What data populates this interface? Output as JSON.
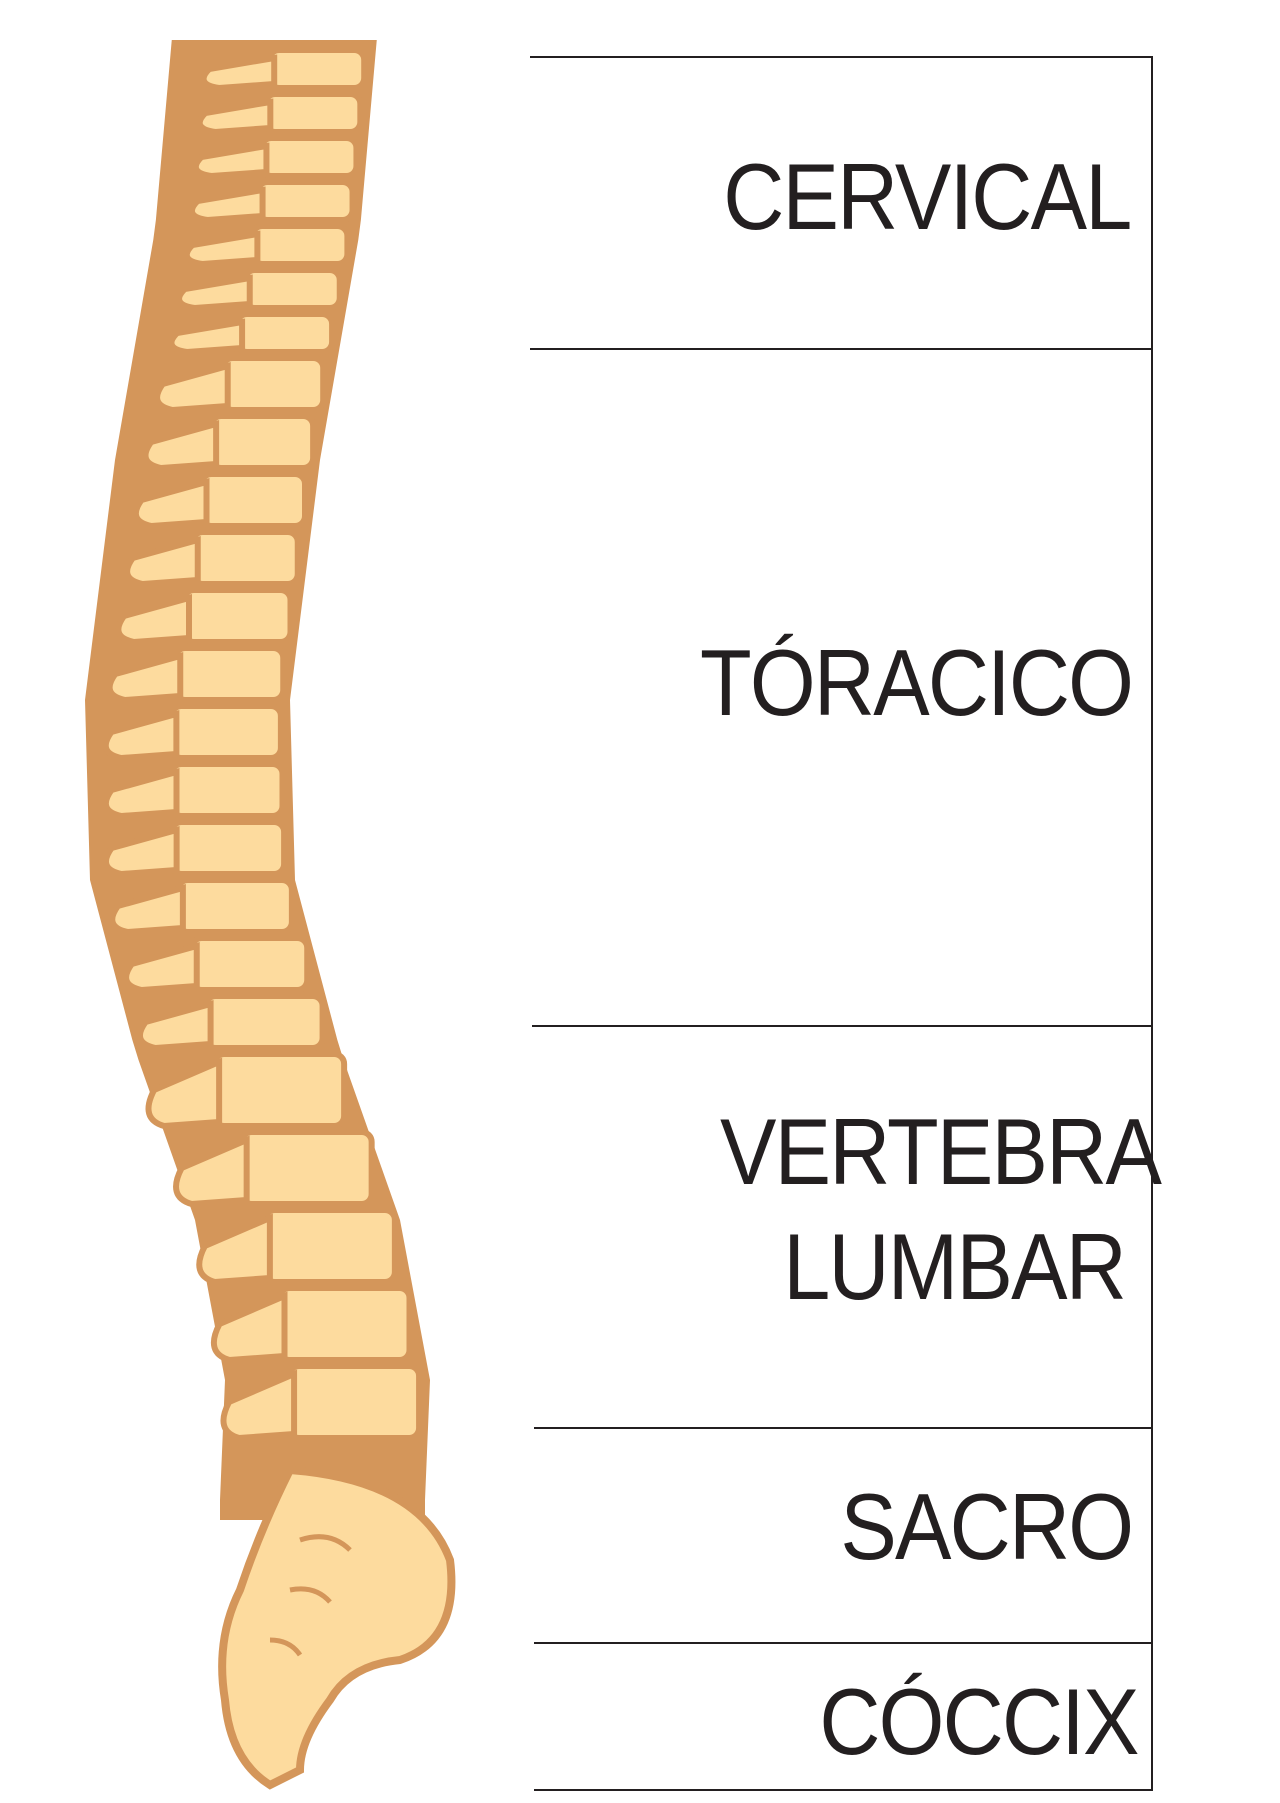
{
  "colors": {
    "bone_outline": "#d4965a",
    "bone_fill": "#fddb9e",
    "text": "#231f20"
  },
  "regions": [
    {
      "label": "CERVICAL"
    },
    {
      "label": "TÓRACICO"
    },
    {
      "label": "VERTEBRA LUMBAR"
    },
    {
      "label": "SACRO"
    },
    {
      "label": "CÓCCIX"
    }
  ]
}
